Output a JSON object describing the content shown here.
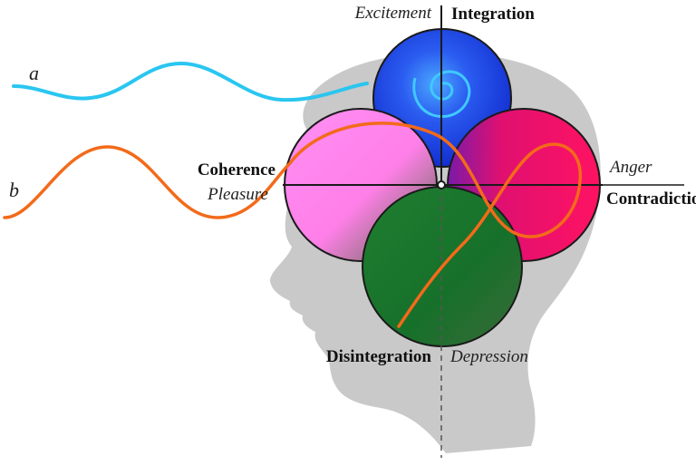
{
  "labels": {
    "excitement": "Excitement",
    "integration": "Integration",
    "coherence": "Coherence",
    "pleasure": "Pleasure",
    "anger": "Anger",
    "contradiction": "Contradiction",
    "disintegration": "Disintegration",
    "depression": "Depression",
    "wave_a": "a",
    "wave_b": "b"
  },
  "colors": {
    "head": "#c9c9c9",
    "blue": "#1f3fe0",
    "pink": "#ff86f2",
    "red": "#ff1060",
    "green": "#1a7a2c",
    "wave_a": "#29c6f0",
    "wave_b": "#f36a1a"
  }
}
